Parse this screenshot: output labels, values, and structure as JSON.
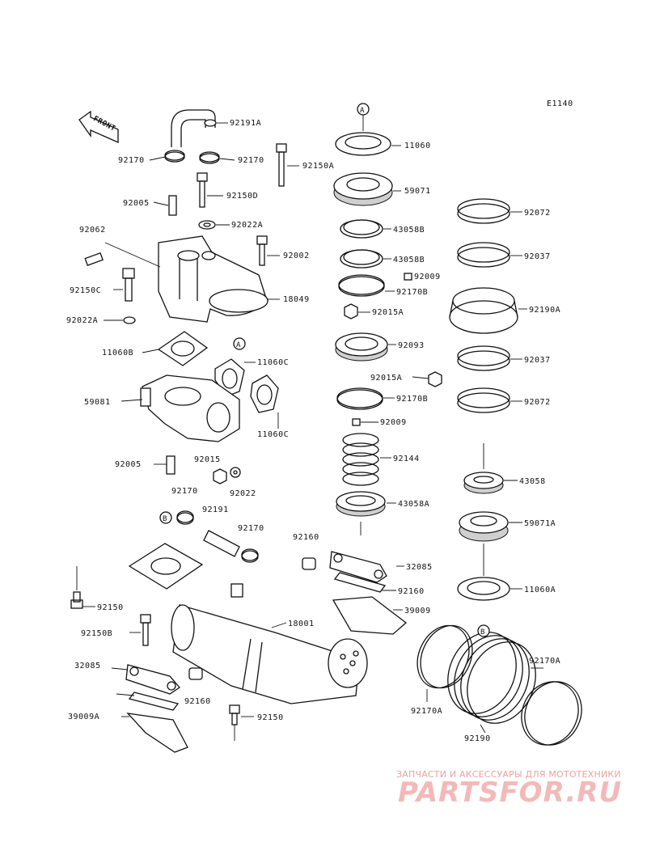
{
  "diagram_code": "E1140",
  "front_label": "FRONT",
  "callouts": {
    "A": "A",
    "B": "B"
  },
  "labels": [
    {
      "key": "92191A",
      "text": "92191A"
    },
    {
      "key": "92170_a",
      "text": "92170"
    },
    {
      "key": "92170_b",
      "text": "92170"
    },
    {
      "key": "92150A",
      "text": "92150A"
    },
    {
      "key": "92150D",
      "text": "92150D"
    },
    {
      "key": "92005_a",
      "text": "92005"
    },
    {
      "key": "92022A_a",
      "text": "92022A"
    },
    {
      "key": "92062",
      "text": "92062"
    },
    {
      "key": "92002",
      "text": "92002"
    },
    {
      "key": "92150C",
      "text": "92150C"
    },
    {
      "key": "18049",
      "text": "18049"
    },
    {
      "key": "92022A_b",
      "text": "92022A"
    },
    {
      "key": "11060B",
      "text": "11060B"
    },
    {
      "key": "11060C_a",
      "text": "11060C"
    },
    {
      "key": "59081",
      "text": "59081"
    },
    {
      "key": "11060C_b",
      "text": "11060C"
    },
    {
      "key": "92005_b",
      "text": "92005"
    },
    {
      "key": "92015",
      "text": "92015"
    },
    {
      "key": "92022",
      "text": "92022"
    },
    {
      "key": "11060",
      "text": "11060"
    },
    {
      "key": "59071",
      "text": "59071"
    },
    {
      "key": "43058B_a",
      "text": "43058B"
    },
    {
      "key": "43058B_b",
      "text": "43058B"
    },
    {
      "key": "92009_a",
      "text": "92009"
    },
    {
      "key": "92170B_a",
      "text": "92170B"
    },
    {
      "key": "92015A_a",
      "text": "92015A"
    },
    {
      "key": "92093",
      "text": "92093"
    },
    {
      "key": "92015A_b",
      "text": "92015A"
    },
    {
      "key": "92170B_b",
      "text": "92170B"
    },
    {
      "key": "92009_b",
      "text": "92009"
    },
    {
      "key": "92144",
      "text": "92144"
    },
    {
      "key": "43058A",
      "text": "43058A"
    },
    {
      "key": "92072_a",
      "text": "92072"
    },
    {
      "key": "92037_a",
      "text": "92037"
    },
    {
      "key": "92190A",
      "text": "92190A"
    },
    {
      "key": "92037_b",
      "text": "92037"
    },
    {
      "key": "92072_b",
      "text": "92072"
    },
    {
      "key": "43058",
      "text": "43058"
    },
    {
      "key": "59071A",
      "text": "59071A"
    },
    {
      "key": "11060A",
      "text": "11060A"
    },
    {
      "key": "92170_c",
      "text": "92170"
    },
    {
      "key": "92191",
      "text": "92191"
    },
    {
      "key": "92170_d",
      "text": "92170"
    },
    {
      "key": "92160_a",
      "text": "92160"
    },
    {
      "key": "32085_a",
      "text": "32085"
    },
    {
      "key": "92160_b",
      "text": "92160"
    },
    {
      "key": "39009",
      "text": "39009"
    },
    {
      "key": "92150",
      "text": "92150"
    },
    {
      "key": "18001",
      "text": "18001"
    },
    {
      "key": "92150B",
      "text": "92150B"
    },
    {
      "key": "32085_b",
      "text": "32085"
    },
    {
      "key": "92160_c",
      "text": "92160"
    },
    {
      "key": "39009A",
      "text": "39009A"
    },
    {
      "key": "92150_b",
      "text": "92150"
    },
    {
      "key": "92170A_a",
      "text": "92170A"
    },
    {
      "key": "92170A_b",
      "text": "92170A"
    },
    {
      "key": "92190",
      "text": "92190"
    }
  ],
  "watermark": {
    "tagline": "ЗАПЧАСТИ И АКСЕССУАРЫ ДЛЯ МОТОТЕХНИКИ",
    "brand": "PARTSFOR.RU"
  }
}
